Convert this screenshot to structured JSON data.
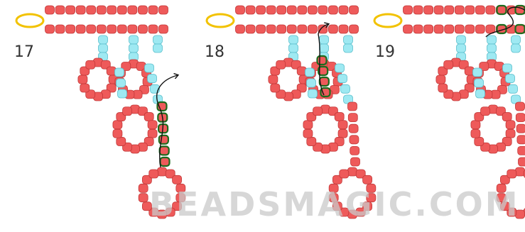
{
  "watermark": "BEADSMAGIC.COM",
  "colors": {
    "red_bead": "#ee5a5a",
    "red_bead_edge": "#c23838",
    "cyan_bead": "#9ee9f2",
    "cyan_bead_edge": "#5cbfcc",
    "ring": "#f2c200",
    "highlight_outline": "#1d6b1d",
    "thread": "#111111"
  },
  "diagrams": [
    {
      "step_label": "17"
    },
    {
      "step_label": "18"
    },
    {
      "step_label": "19"
    }
  ]
}
